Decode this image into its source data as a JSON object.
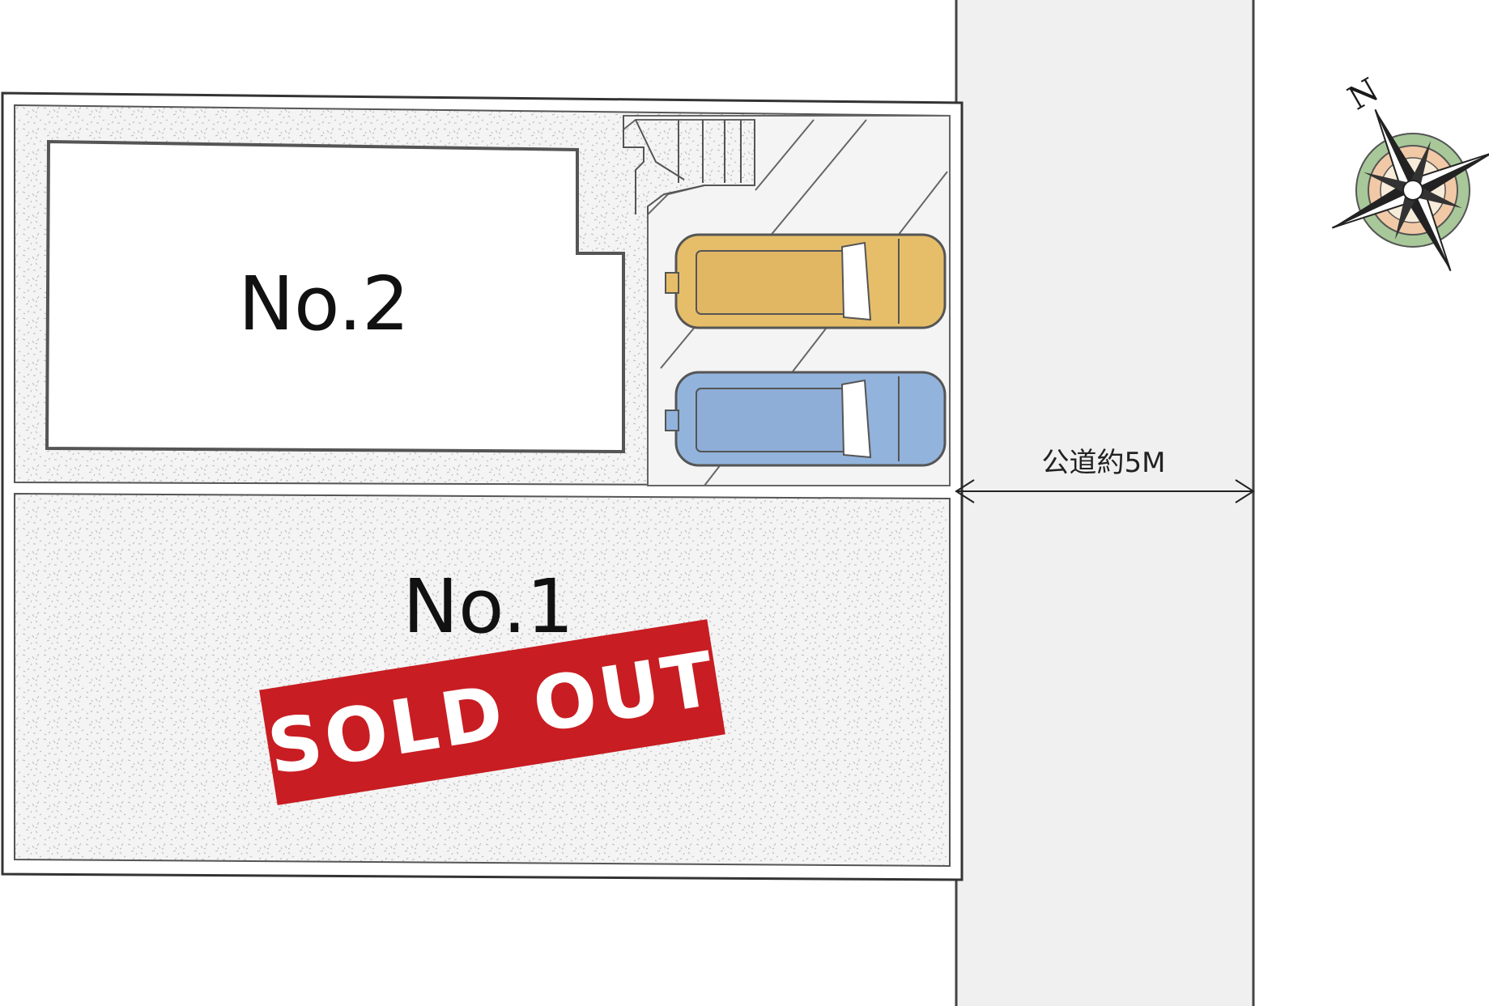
{
  "lots": [
    {
      "id": "no2",
      "label": "No.2"
    },
    {
      "id": "no1",
      "label": "No.1",
      "status": "SOLD OUT"
    }
  ],
  "road": {
    "label": "公道約5M"
  },
  "compass": {
    "north_label": "N"
  },
  "cars": [
    {
      "name": "car-yellow",
      "color": "#e6be6a"
    },
    {
      "name": "car-blue",
      "color": "#92b3dc"
    }
  ],
  "colors": {
    "road": "#eff0ef",
    "sold_badge": "#c81d22",
    "lot_fill": "#f3f3f3",
    "outline": "#555555"
  }
}
